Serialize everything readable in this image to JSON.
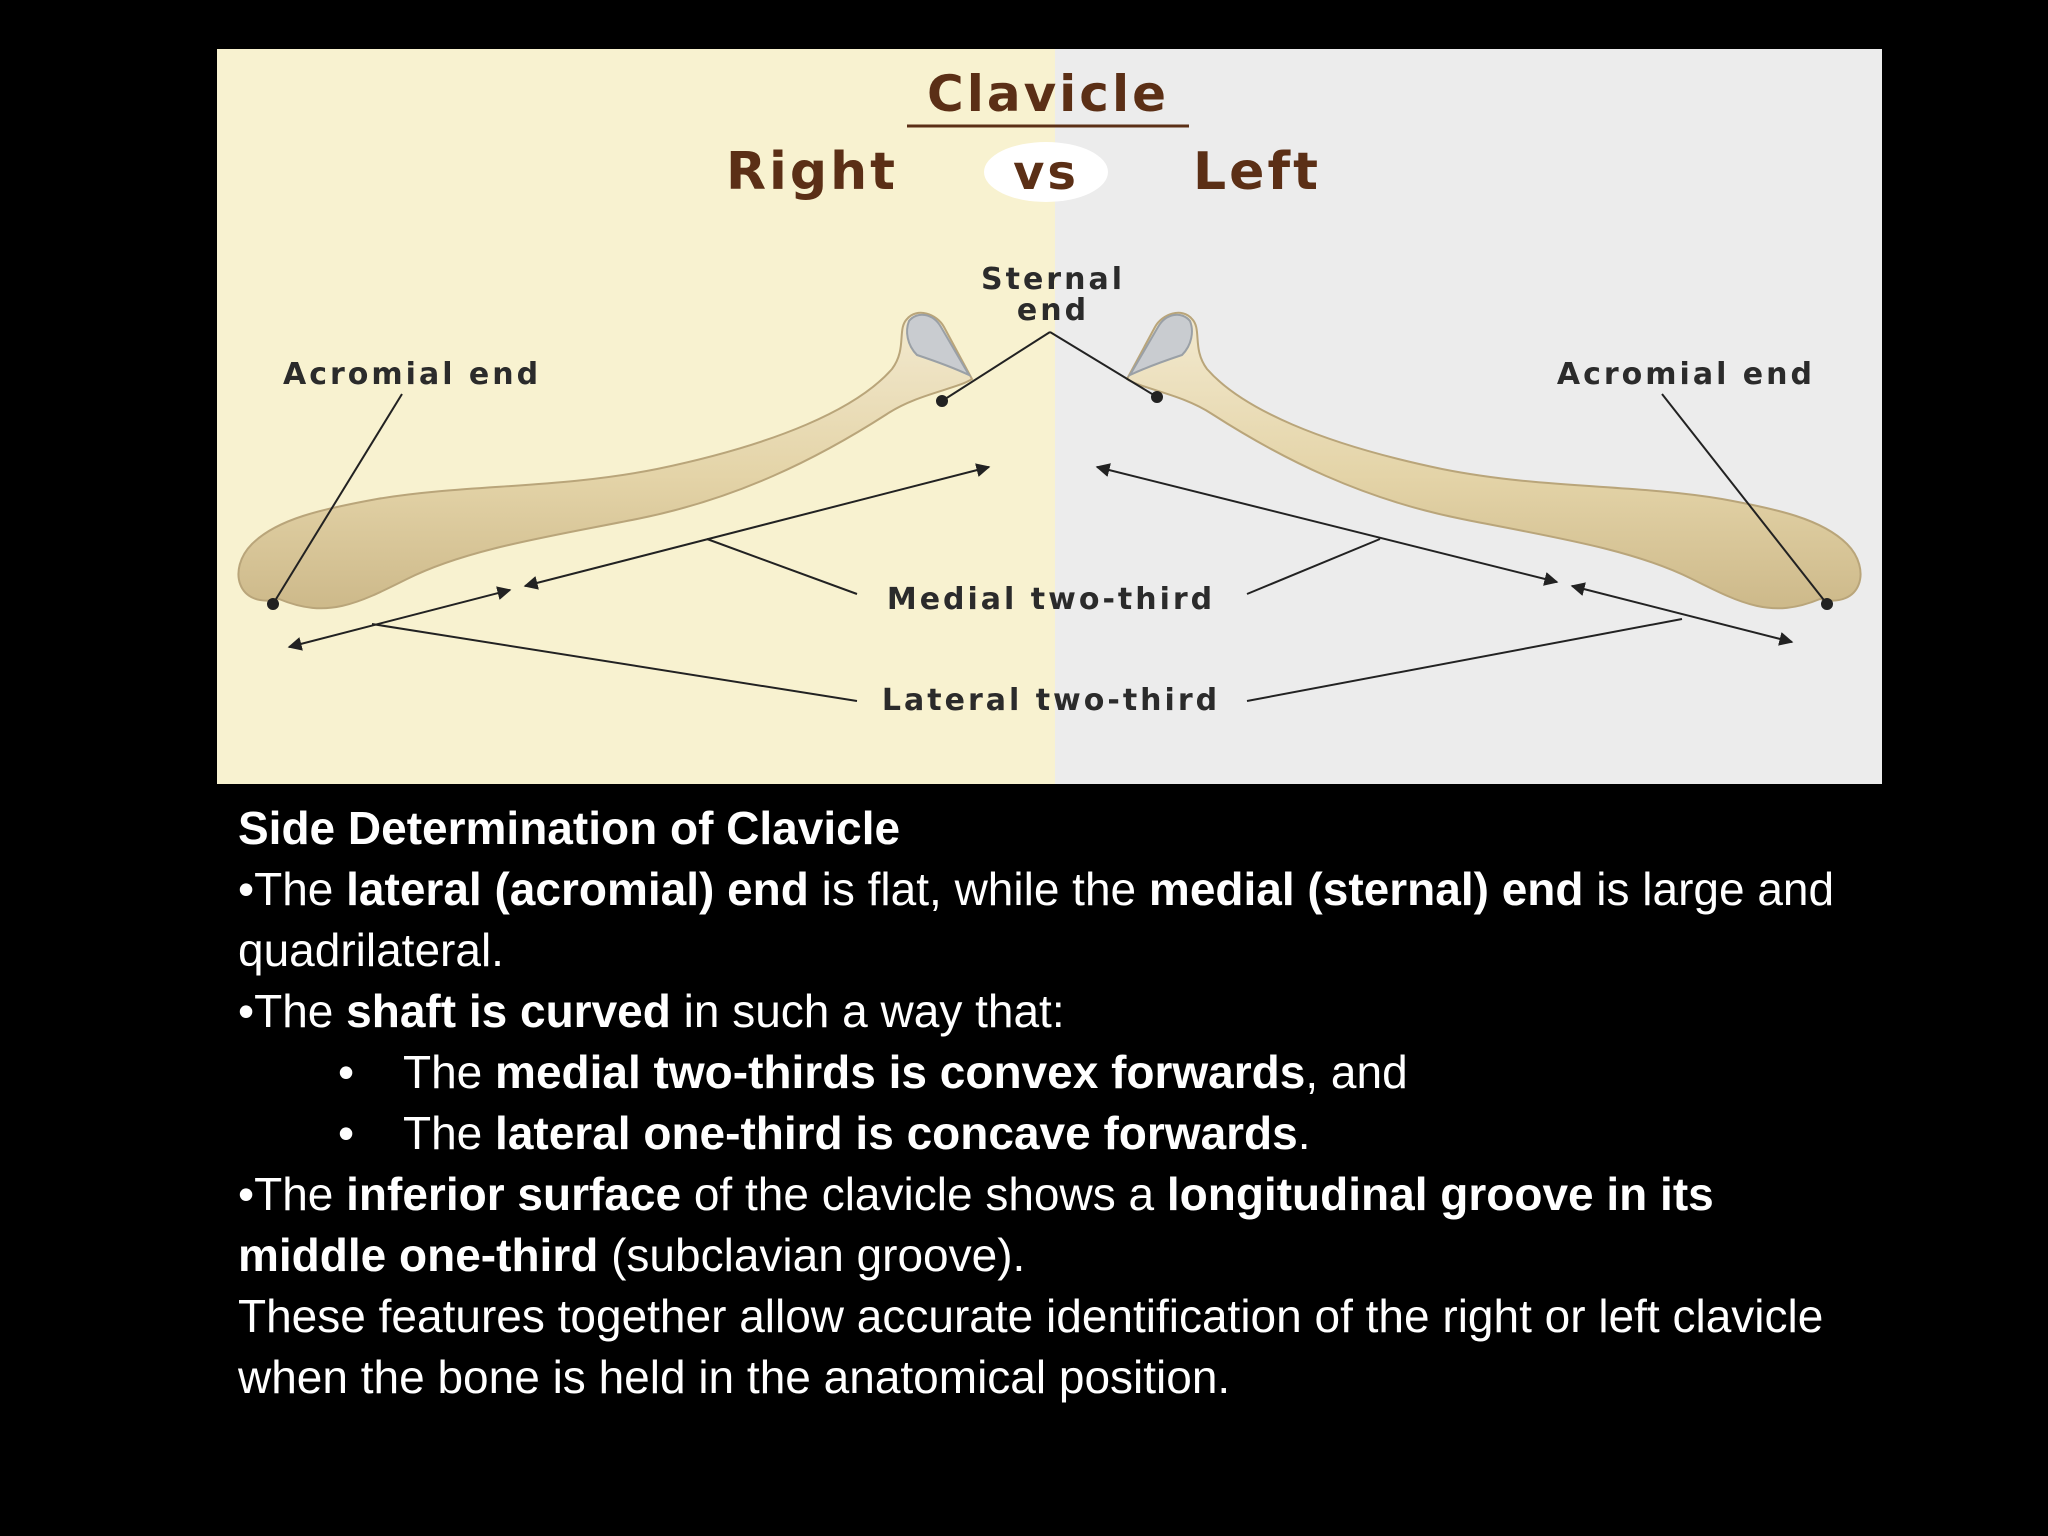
{
  "figure": {
    "title": "Clavicle",
    "right_label": "Right",
    "vs_label": "vs",
    "left_label": "Left",
    "sternal_end_line1": "Sternal",
    "sternal_end_line2": "end",
    "acromial_end_left": "Acromial end",
    "acromial_end_right": "Acromial end",
    "medial_label": "Medial two-third",
    "lateral_label": "Lateral two-third",
    "colors": {
      "left_panel_bg": "#f8f2d0",
      "right_panel_bg": "#ececec",
      "title_color": "#5b2f16",
      "bone_color": "#e9dcb5"
    }
  },
  "notes": {
    "heading": "Side Determination of Clavicle",
    "p1": {
      "bullet": "•",
      "t1": "The ",
      "b1": "lateral (acromial) end",
      "t2": " is flat, while the ",
      "b2": "medial (sternal) end",
      "t3": " is large and quadrilateral."
    },
    "p2": {
      "bullet": "•",
      "t1": "The ",
      "b1": "shaft is curved",
      "t2": " in such a way that:"
    },
    "sub1": {
      "bullet": "•",
      "t1": "The ",
      "b1": "medial two-thirds is convex forwards",
      "t2": ", and"
    },
    "sub2": {
      "bullet": "•",
      "t1": "The ",
      "b1": "lateral one-third is concave forwards",
      "t2": "."
    },
    "p3": {
      "bullet": "•",
      "t1": "The ",
      "b1": "inferior surface",
      "t2": " of the clavicle shows a ",
      "b2": "longitudinal groove in its middle one-third",
      "t3": " (subclavian groove)."
    },
    "p4": "These features together allow accurate identification of the right or left clavicle when the bone is held in the anatomical position."
  }
}
